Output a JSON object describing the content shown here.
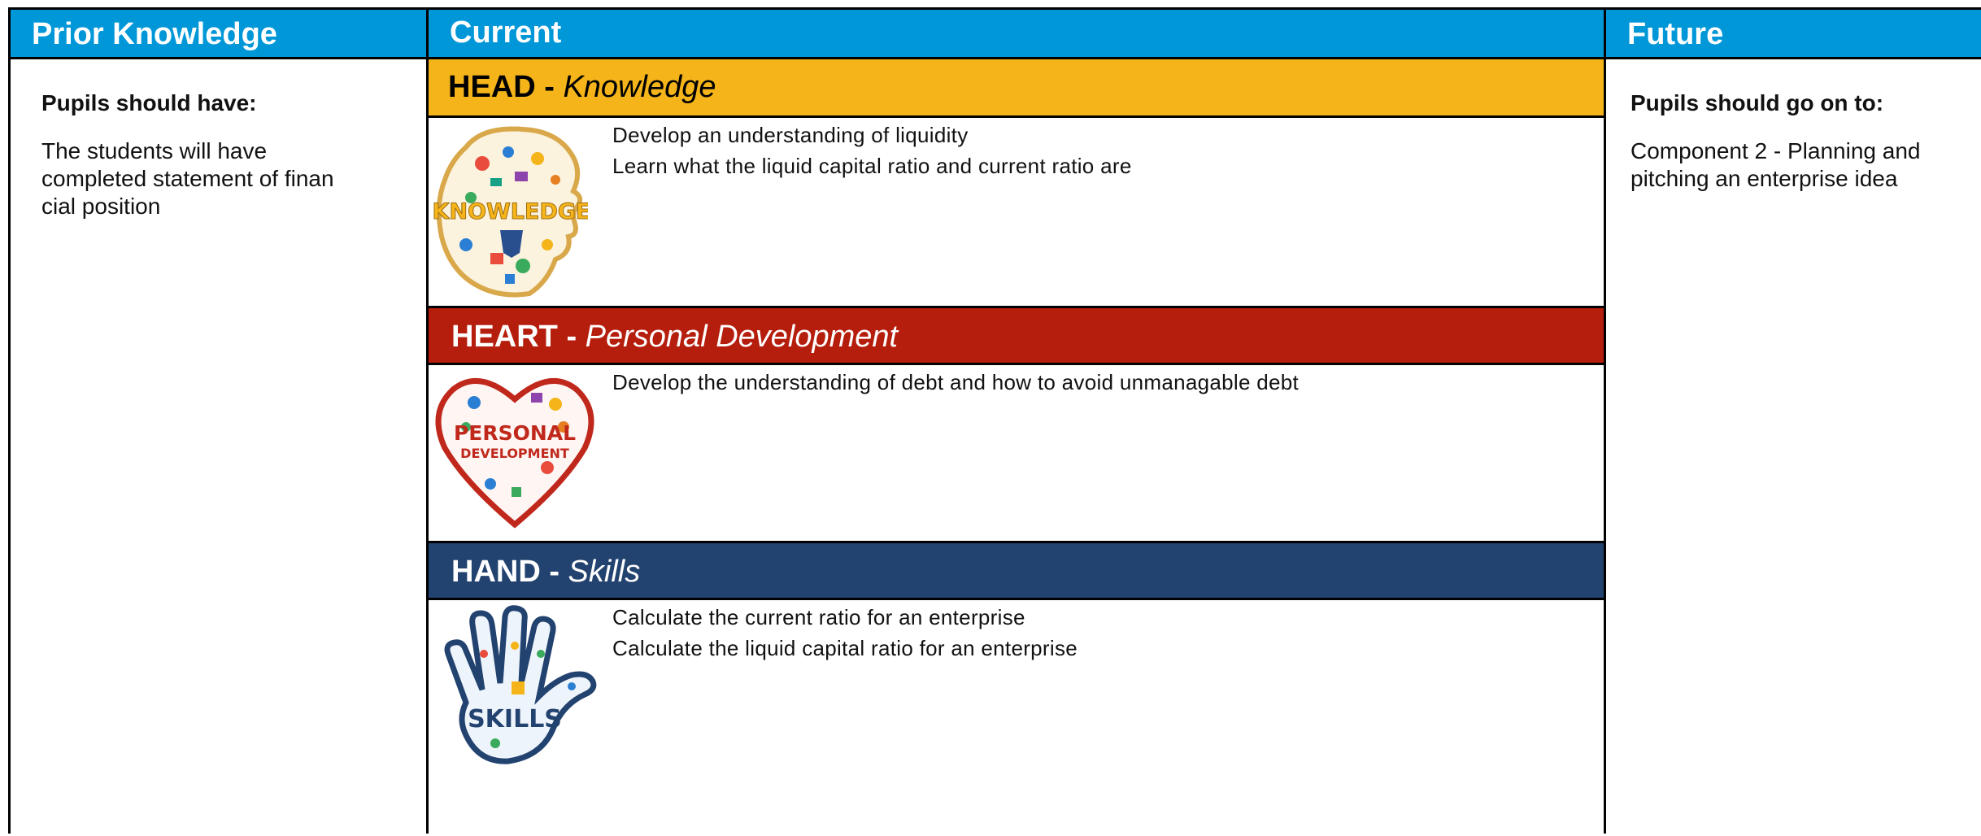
{
  "columns": {
    "prior": {
      "title": "Prior Knowledge",
      "subtitle": "Pupils should have:",
      "text_lines": [
        "The students will have",
        "completed statement of finan",
        "cial position"
      ]
    },
    "current": {
      "title": "Current",
      "head": {
        "label": "HEAD - ",
        "label_italic": "Knowledge",
        "color": "#f5b51a",
        "badge_text": "KNOWLEDGE",
        "lines": [
          "Develop an understanding of liquidity",
          "Learn what the liquid capital ratio and current ratio are"
        ]
      },
      "heart": {
        "label": "HEART - ",
        "label_italic": "Personal Development",
        "color": "#b51d0c",
        "badge_text_1": "PERSONAL",
        "badge_text_2": "DEVELOPMENT",
        "lines": [
          "Develop the understanding of debt and how to avoid unmanagable debt"
        ]
      },
      "hand": {
        "label": "HAND - ",
        "label_italic": "Skills",
        "color": "#22426f",
        "badge_text": "SKILLS",
        "lines": [
          "Calculate the current ratio for an enterprise",
          "Calculate the liquid capital ratio for an enterprise"
        ]
      }
    },
    "future": {
      "title": "Future",
      "subtitle": "Pupils should go on to:",
      "text_lines": [
        "Component 2 - Planning and",
        "pitching an enterprise idea"
      ]
    }
  },
  "header_color": "#0097d8"
}
